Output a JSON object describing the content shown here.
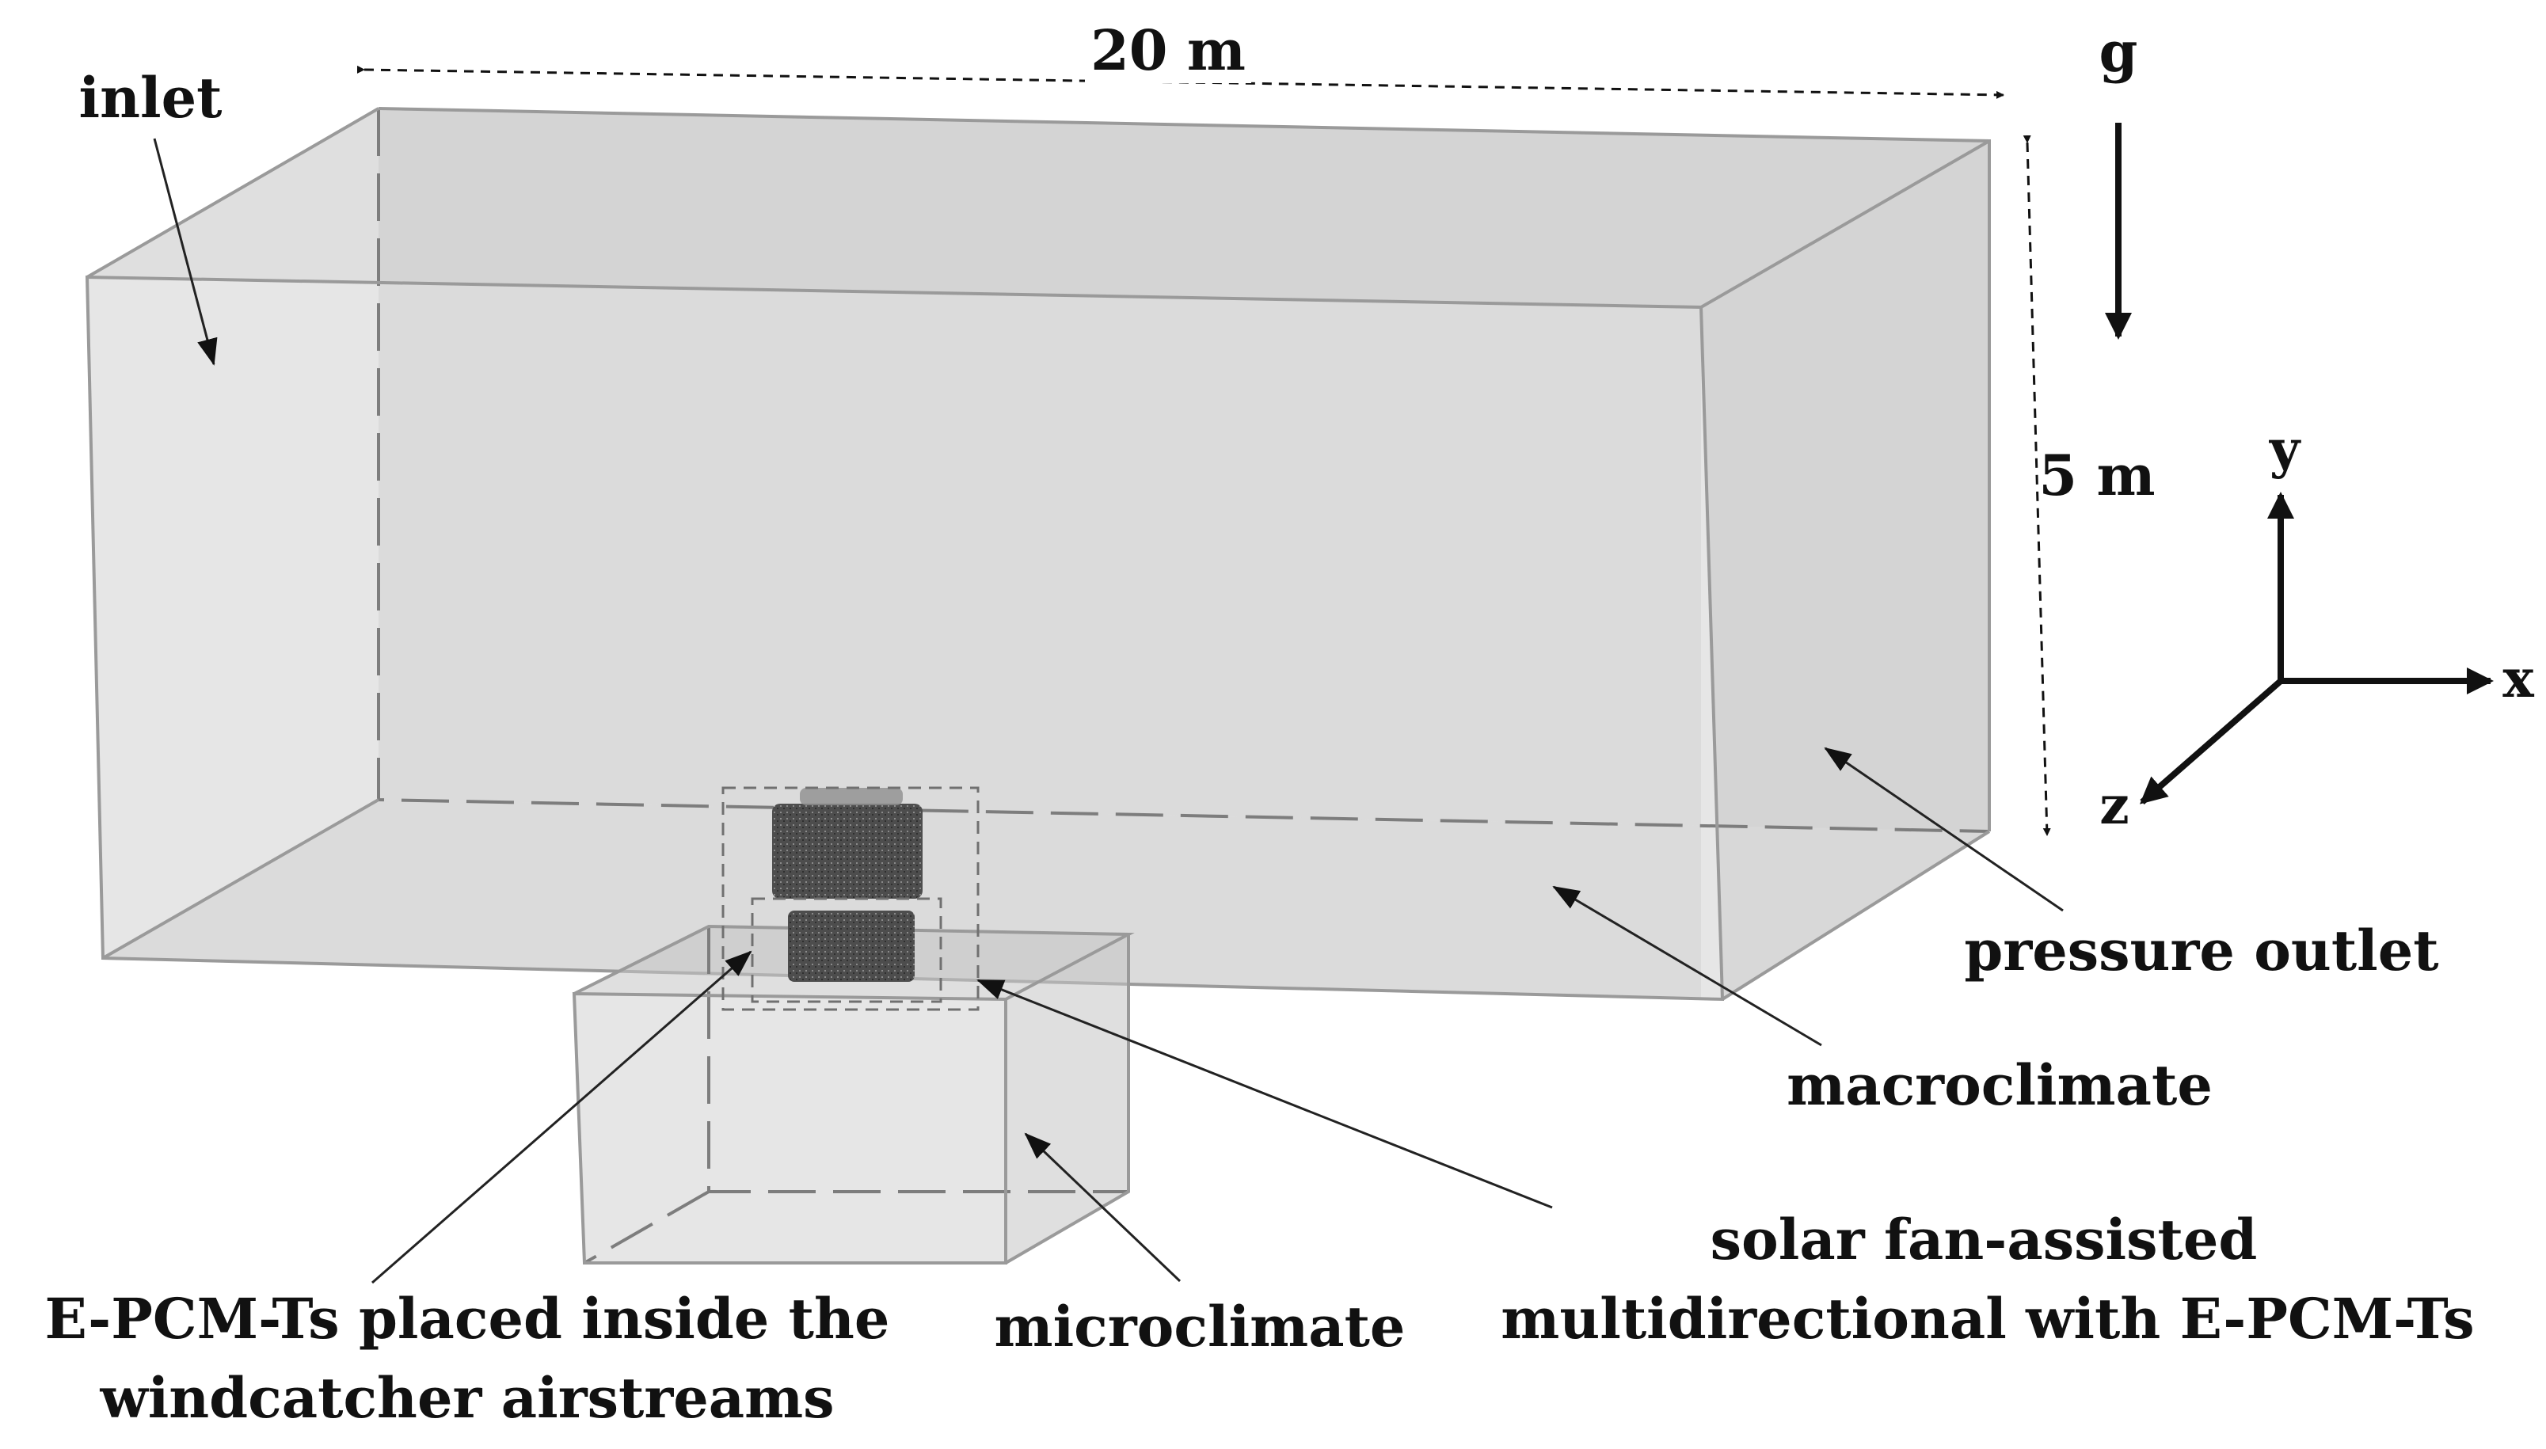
{
  "labels": {
    "width_dim": "20 m",
    "height_dim": "5 m",
    "gravity": "g",
    "inlet": "inlet",
    "pressure_outlet": "pressure outlet",
    "macroclimate": "macroclimate",
    "microclimate": "microclimate",
    "windcatcher_line1": "solar fan-assisted",
    "windcatcher_line2": "multidirectional with E-PCM-Ts",
    "epcm_line1": "E-PCM-Ts placed inside the",
    "epcm_line2": "windcatcher airstreams"
  },
  "axes": {
    "x": "x",
    "y": "y",
    "z": "z"
  },
  "colors": {
    "domain_fill": "#d2d2d2",
    "edge": "#9a9a9a",
    "windcatcher": "#4a4a4a",
    "text": "#111111"
  }
}
